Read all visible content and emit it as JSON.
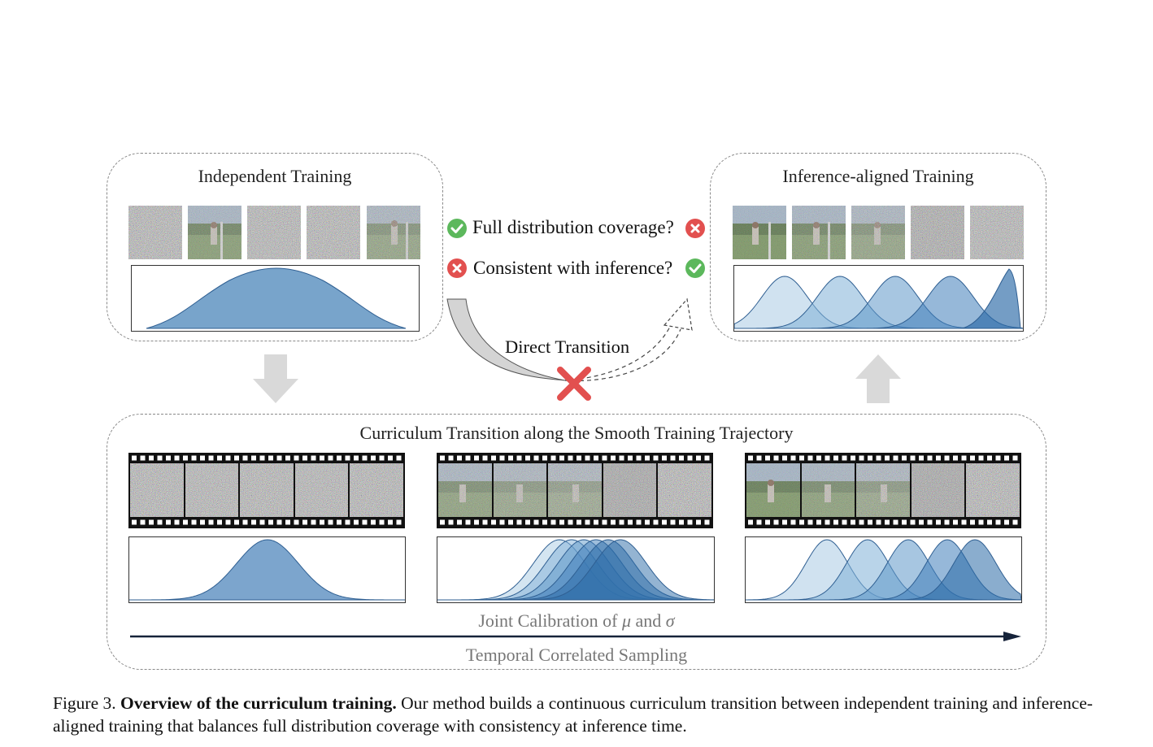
{
  "diagram": {
    "independent_panel": {
      "title": "Independent Training"
    },
    "aligned_panel": {
      "title": "Inference-aligned Training"
    },
    "checks": [
      {
        "text": "Full distribution coverage?",
        "left": "check",
        "right": "cross"
      },
      {
        "text": "Consistent with inference?",
        "left": "cross",
        "right": "check"
      }
    ],
    "direct_transition": {
      "label": "Direct Transition"
    },
    "curriculum_panel": {
      "title": "Curriculum Transition along the Smooth Training Trajectory",
      "calibration_label": "Joint Calibration of ",
      "mu": "μ",
      "and": " and ",
      "sigma": "σ",
      "sampling_label": "Temporal Correlated Sampling"
    },
    "colors": {
      "blue_fill": "#5b8fc0",
      "light_blue": "#c5dcec",
      "dark_blue": "#2f6eac",
      "check_green": "#5cb85c",
      "cross_red": "#e2504f",
      "arrow_gray": "#d9d9d9"
    }
  },
  "caption": {
    "label": "Figure 3.",
    "title": "Overview of the curriculum training.",
    "text": "Our method builds a continuous curriculum transition between independent training and inference-aligned training that balances full distribution coverage with consistency at inference time."
  }
}
